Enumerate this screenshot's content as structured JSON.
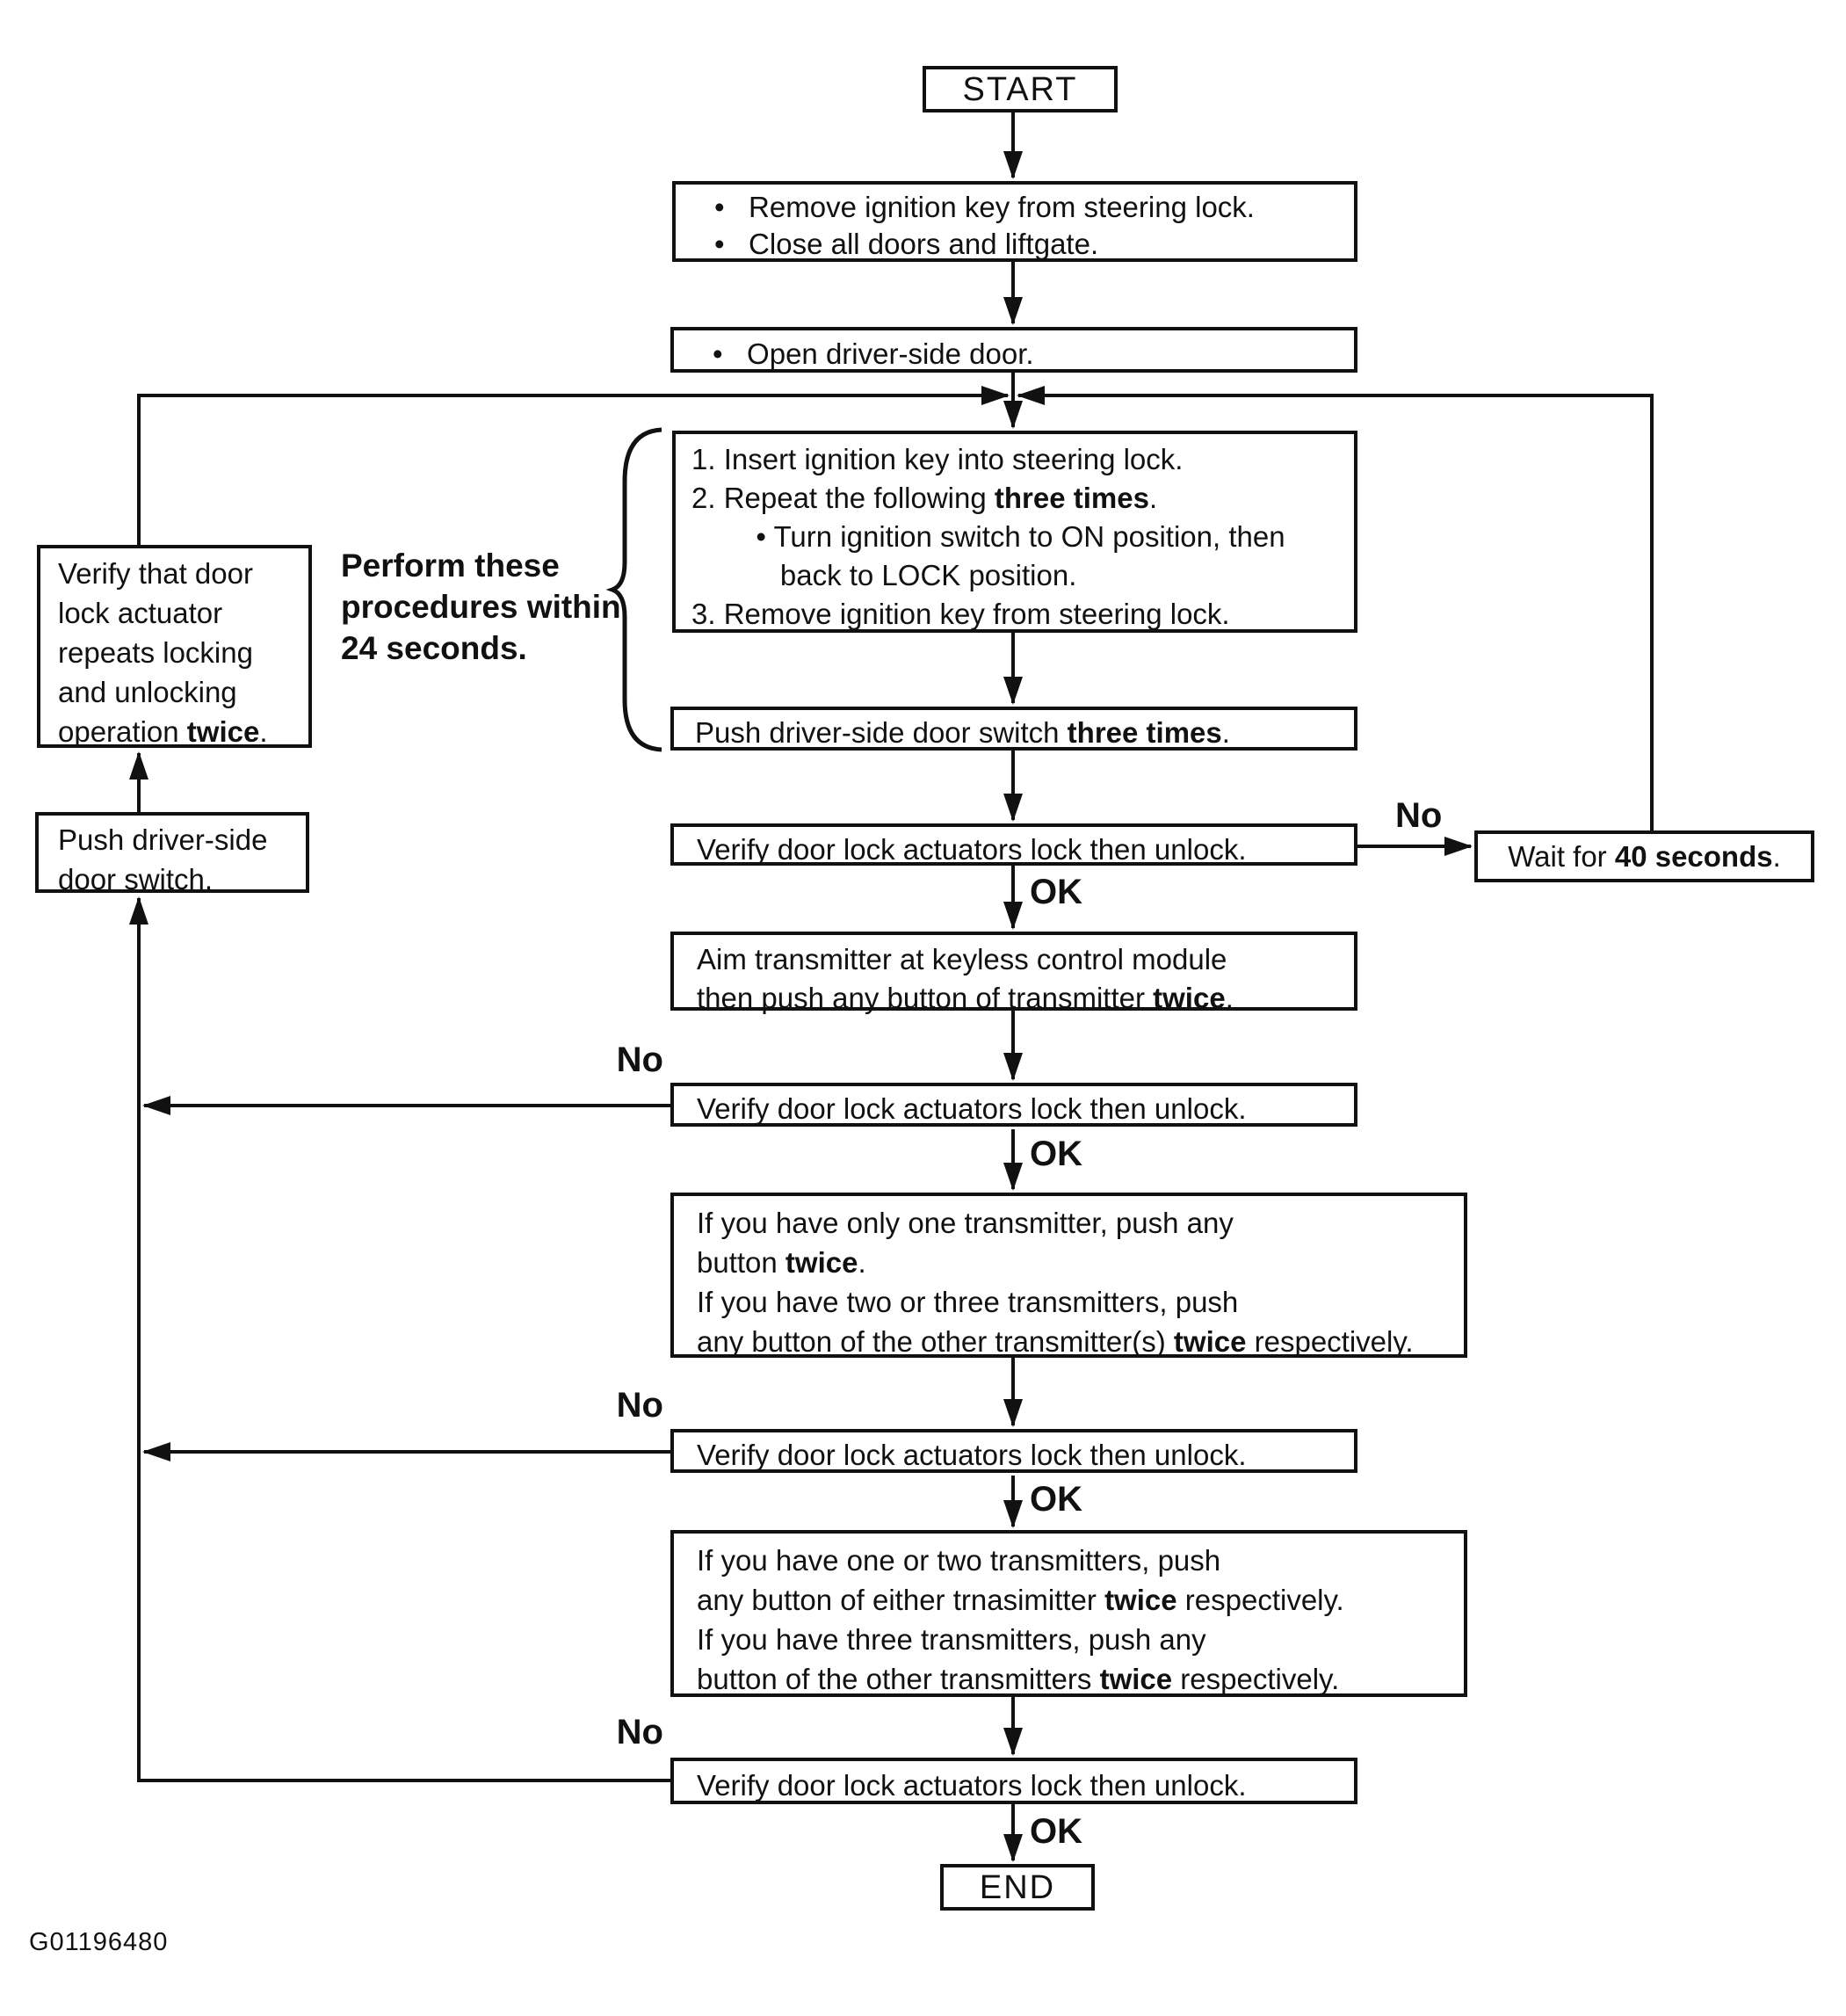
{
  "figure_id": "G01196480",
  "colors": {
    "ink": "#111111",
    "paper": "#ffffff"
  },
  "labels": {
    "no": "No",
    "ok": "OK"
  },
  "nodes": {
    "start": {
      "label": "START"
    },
    "prep": {
      "lines": [
        "•   Remove ignition key from steering lock.",
        "•   Close all doors and liftgate."
      ]
    },
    "open_door": {
      "lines": [
        "•   Open driver-side door."
      ]
    },
    "key_cycle": {
      "lines": [
        "1. Insert ignition key into steering lock.",
        "2. Repeat the following **three times**.",
        "        • Turn ignition switch to ON position, then",
        "           back to LOCK position.",
        "3. Remove ignition key from steering lock."
      ]
    },
    "timing_note": {
      "lines": [
        "Perform these",
        "procedures within",
        "24 seconds."
      ]
    },
    "push_three": {
      "text": "Push driver-side door switch **three times**."
    },
    "verify": {
      "text": "Verify door lock actuators lock then unlock."
    },
    "wait": {
      "text": "Wait for **40 seconds**."
    },
    "aim": {
      "lines": [
        "Aim transmitter at keyless control module",
        "then push any button of transmitter **twice**."
      ]
    },
    "one_transmitter": {
      "lines": [
        "If you have only one transmitter, push any",
        "button **twice**.",
        "If you have two or three transmitters, push",
        "any button of the other transmitter(s) **twice** respectively."
      ]
    },
    "either_transmitter": {
      "lines": [
        "If you have one or two transmitters, push",
        "any button of either trnasimitter **twice** respectively.",
        "If you have three transmitters, push any",
        "button of the other transmitters **twice** respectively."
      ]
    },
    "verify_actuator": {
      "lines": [
        "Verify that door",
        "lock actuator",
        "repeats locking",
        "and unlocking",
        "operation **twice**."
      ]
    },
    "push_switch": {
      "lines": [
        "Push driver-side",
        "door switch."
      ]
    },
    "end": {
      "label": "END"
    }
  }
}
